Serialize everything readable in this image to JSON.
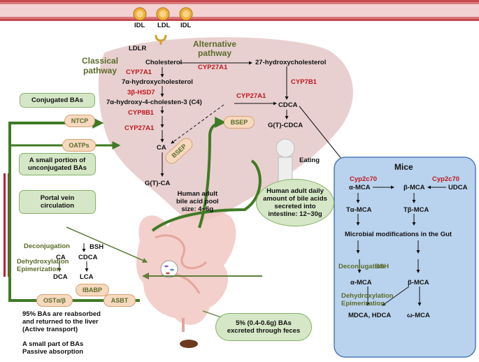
{
  "top": {
    "idl_left": "IDL",
    "ldl": "LDL",
    "idl_right": "IDL",
    "ldlr": "LDLR"
  },
  "pathways": {
    "classical_1": "Classical",
    "classical_2": "pathway",
    "alternative_1": "Alternative",
    "alternative_2": "pathway"
  },
  "classical": {
    "cholesterol": "Cholesterol",
    "cyp7a1": "CYP7A1",
    "alpha_hydroxy": "7α-hydroxycholesterol",
    "hsd": "3β-HSD7",
    "c4": "7α-hydroxy-4-cholesten-3 (C4)",
    "cyp8b1": "CYP8B1",
    "cyp27a1": "CYP27A1",
    "ca": "CA",
    "gtca": "G(T)-CA"
  },
  "alternative": {
    "cyp27a1_top": "CYP27A1",
    "hydroxy27": "27-hydroxycholesterol",
    "cyp7b1": "CYP7B1",
    "cyp27a1_mid": "CYP27A1",
    "cdca": "CDCA",
    "gtcdca": "G(T)-CDCA"
  },
  "transporters": {
    "ntcp": "NTCP",
    "oatps": "OATPs",
    "bsep_upper": "BSEP",
    "bsep_lower": "BSEP",
    "ibabp": "IBABP",
    "ost": "OSTα/β",
    "asbt": "ASBT"
  },
  "left_boxes": {
    "conjugated": "Conjugated BAs",
    "unconjugated_1": "A small portion of",
    "unconjugated_2": "unconjugated BAs",
    "portal_1": "Portal vein",
    "portal_2": "circulation"
  },
  "pool": {
    "line1": "Human adult",
    "line2": "bile acid pool",
    "line3": "size: 4~6g"
  },
  "eating": "Eating",
  "secretion": {
    "line1": "Human adult daily",
    "line2": "amount of bile acids",
    "line3": "secreted into",
    "line4": "intestine: 12~30g"
  },
  "gut": {
    "deconjugation": "Deconjugation",
    "bsh": "BSH",
    "ca": "CA",
    "cdca": "CDCA",
    "dehydroxylation": "Dehydroxylation",
    "epimerization": "Epimerization",
    "dca": "DCA",
    "lca": "LCA"
  },
  "bottom": {
    "reabsorbed_1": "95% BAs are reabsorbed",
    "reabsorbed_2": "and returned to the liver",
    "reabsorbed_3": "(Active transport)",
    "passive_1": "A small part of BAs",
    "passive_2": "Passive absorption",
    "feces_1": "5% (0.4-0.6g) BAs",
    "feces_2": "excreted through feces"
  },
  "mice": {
    "title": "Mice",
    "cyp2c70_left": "Cyp2c70",
    "cyp2c70_right": "Cyp2c70",
    "alpha_mca": "α-MCA",
    "beta_mca": "β-MCA",
    "udca": "UDCA",
    "t_alpha_mca": "Tα-MCA",
    "t_beta_mca": "Tβ-MCA",
    "microbial": "Microbial modifications in the Gut",
    "deconjugation": "Deconjugation",
    "bsh": "BSH",
    "alpha_mca2": "α-MCA",
    "beta_mca2": "β-MCA",
    "dehydroxylation": "Dehydroxylation",
    "epimerization": "Epimerization",
    "mdca_hdca": "MDCA, HDCA",
    "omega_mca": "ω-MCA"
  },
  "colors": {
    "liver": "#e7cbcb",
    "green_arrow": "#3f7a25",
    "olive_text": "#5a6b2a",
    "red_text": "#c0161d",
    "mice_panel": "#b9d3ee",
    "vessel": "#b02430"
  }
}
